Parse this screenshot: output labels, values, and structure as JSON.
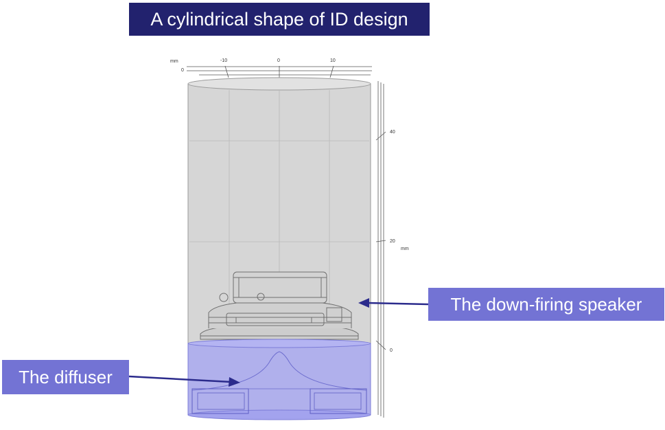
{
  "title": "A cylindrical shape of ID design",
  "callouts": {
    "speaker": "The down-firing speaker",
    "diffuser": "The diffuser"
  },
  "axes": {
    "top_unit": "mm",
    "top_zero": "0",
    "top_ticks": [
      "-10",
      "0",
      "10"
    ],
    "right_ticks": [
      "40",
      "20",
      "0"
    ],
    "right_unit": "mm"
  },
  "colors": {
    "title_bg": "#22226e",
    "callout_bg": "#7373d4",
    "arrow": "#2b2b8c",
    "cylinder_fill": "#d6d6d6",
    "diffuser_fill": "#a9a9f0"
  }
}
